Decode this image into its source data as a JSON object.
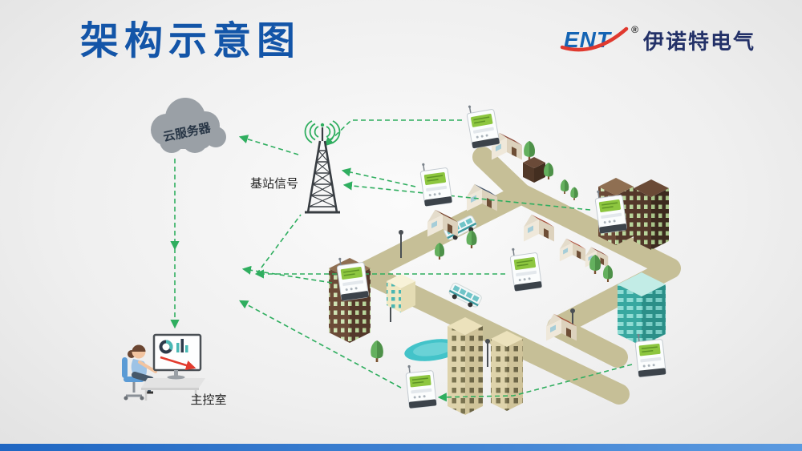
{
  "page": {
    "title": "架构示意图"
  },
  "logo": {
    "brand": "ENT",
    "registered": "®",
    "company": "伊诺特电气"
  },
  "labels": {
    "cloud_server": "云服务器",
    "base_station_signal": "基站信号",
    "control_room": "主控室"
  },
  "scene": {
    "smart_meter_count": 7,
    "meter_screen_color": "#8dc63f"
  },
  "colors": {
    "title_blue": "#1355a8",
    "brand_blue": "#1464b4",
    "brand_red": "#e0392e",
    "company_text": "#233168",
    "link_green": "#2fae5f",
    "road_tan": "#c6bf97",
    "pond_teal": "#43c3c9",
    "cloud_gray": "#9aa0a6",
    "bottom_bar": "#2f7fd6"
  }
}
